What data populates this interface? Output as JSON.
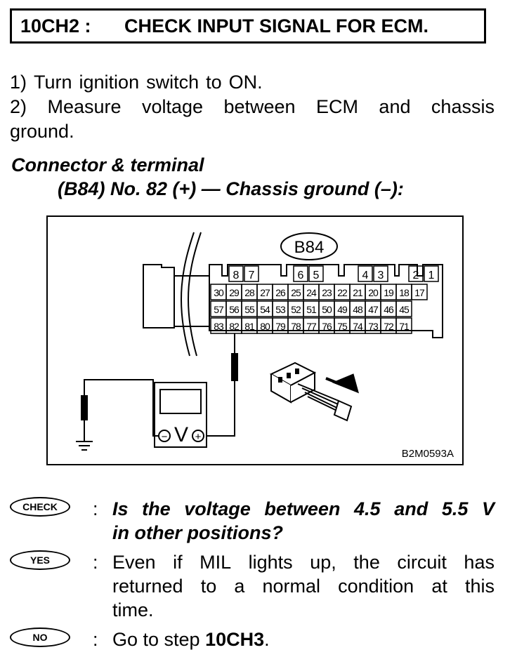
{
  "title": {
    "code": "10CH2 :",
    "text": "CHECK INPUT SIGNAL FOR ECM."
  },
  "steps": [
    {
      "num": "1)",
      "words": [
        "Turn",
        "ignition",
        "switch",
        "to",
        "ON."
      ]
    },
    {
      "num": "2)",
      "words": [
        "Measure",
        "voltage",
        "between",
        "ECM",
        "and",
        "chassis"
      ],
      "cont": "ground."
    }
  ],
  "connector_heading": "Connector & terminal",
  "terminal_spec": "(B84) No. 82 (+) — Chassis ground (–):",
  "figure": {
    "connector_label": "B84",
    "figure_id": "B2M0593A",
    "meter_symbol": "V",
    "minus": "−",
    "plus": "+",
    "top_pins": [
      "8",
      "7",
      "6",
      "5",
      "4",
      "3",
      "2",
      "1"
    ],
    "row1": [
      "30",
      "29",
      "28",
      "27",
      "26",
      "25",
      "24",
      "23",
      "22",
      "21",
      "20",
      "19",
      "18",
      "17"
    ],
    "row2": [
      "57",
      "56",
      "55",
      "54",
      "53",
      "52",
      "51",
      "50",
      "49",
      "48",
      "47",
      "46",
      "45"
    ],
    "row3": [
      "83",
      "82",
      "81",
      "80",
      "79",
      "78",
      "77",
      "76",
      "75",
      "74",
      "73",
      "72",
      "71"
    ]
  },
  "check": {
    "badge": "CHECK",
    "colon": ":",
    "line1": [
      "Is",
      "the",
      "voltage",
      "between",
      "4.5",
      "and",
      "5.5",
      "V"
    ],
    "line2": "in other positions?"
  },
  "yes": {
    "badge": "YES",
    "colon": ":",
    "line1": [
      "Even",
      "if",
      "MIL",
      "lights",
      "up,",
      "the",
      "circuit",
      "has"
    ],
    "line2": [
      "returned",
      "to",
      "a",
      "normal",
      "condition",
      "at",
      "this"
    ],
    "line3": "time."
  },
  "no": {
    "badge": "NO",
    "colon": ":",
    "text": "Go to step",
    "step": "10CH3",
    "end": "."
  }
}
